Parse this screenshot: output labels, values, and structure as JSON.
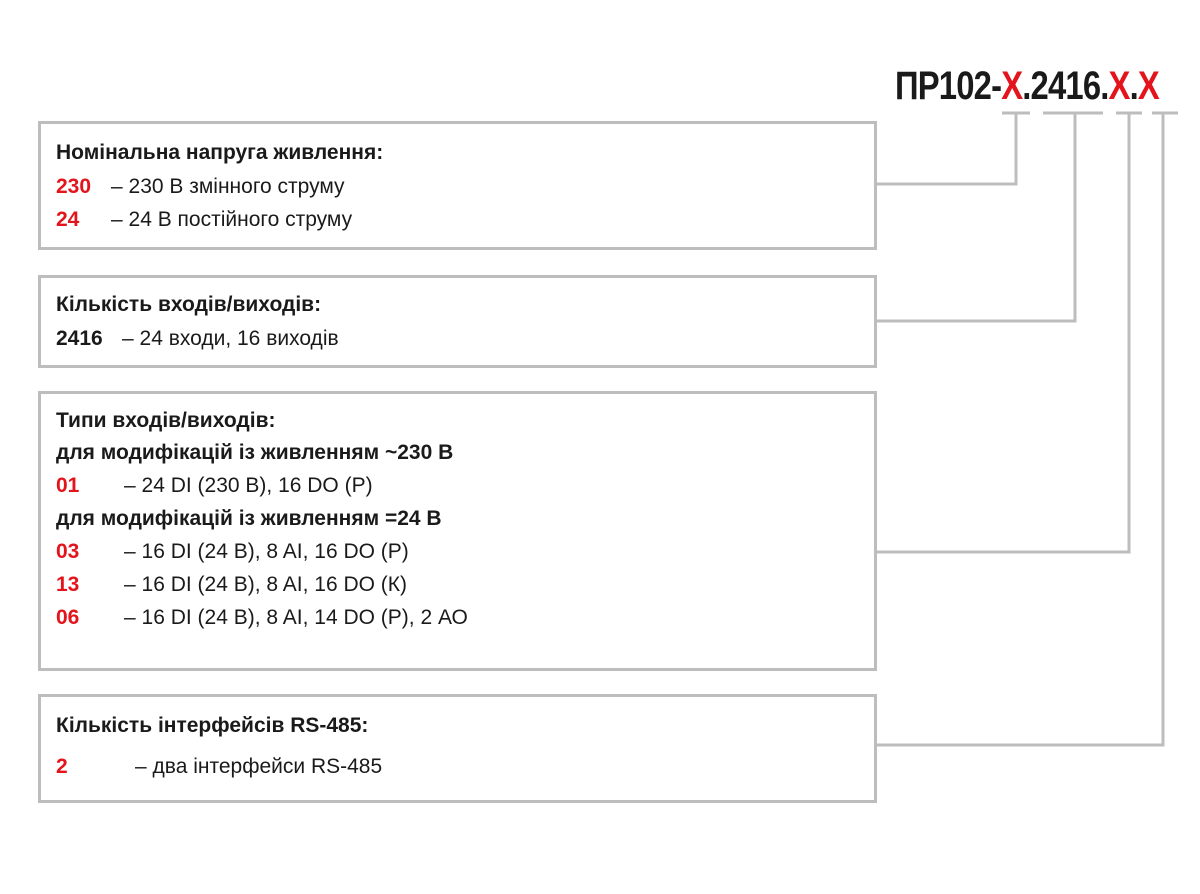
{
  "code": {
    "prefix": "ПР102-",
    "x1": "Х",
    "dot1": ".",
    "mid": "2416",
    "dot2": ".",
    "x2": "Х",
    "dot3": ".",
    "x3": "Х"
  },
  "boxes": {
    "voltage": {
      "title": "Номінальна напруга живлення:",
      "rows": [
        {
          "code": "230",
          "desc": "– 230 В змінного струму"
        },
        {
          "code": "24",
          "desc": "– 24 В постійного струму"
        }
      ]
    },
    "io_count": {
      "title": "Кількість входів/виходів:",
      "rows": [
        {
          "code": "2416",
          "desc": "–  24 входи, 16 виходів"
        }
      ]
    },
    "io_types": {
      "title": "Типи входів/виходів:",
      "group1": "для модифікацій із живленням ~230 В",
      "rows1": [
        {
          "code": "01",
          "desc": "– 24 DI (230 В), 16 DO (Р)"
        }
      ],
      "group2": "для модифікацій із живленням =24 В",
      "rows2": [
        {
          "code": "03",
          "desc": "– 16 DI (24 В), 8 AI, 16 DO (Р)"
        },
        {
          "code": "13",
          "desc": "– 16 DI (24 В), 8 AI, 16 DO (К)"
        },
        {
          "code": "06",
          "desc": "– 16 DI (24 В), 8 AI, 14 DO (Р), 2 АО"
        }
      ]
    },
    "rs485": {
      "title": "Кількість інтерфейсів RS-485:",
      "rows": [
        {
          "code": "2",
          "desc": "– два інтерфейси  RS-485"
        }
      ]
    }
  },
  "colors": {
    "accent": "#e3141b",
    "border": "#bdbdbd",
    "text": "#1a1a1a"
  }
}
